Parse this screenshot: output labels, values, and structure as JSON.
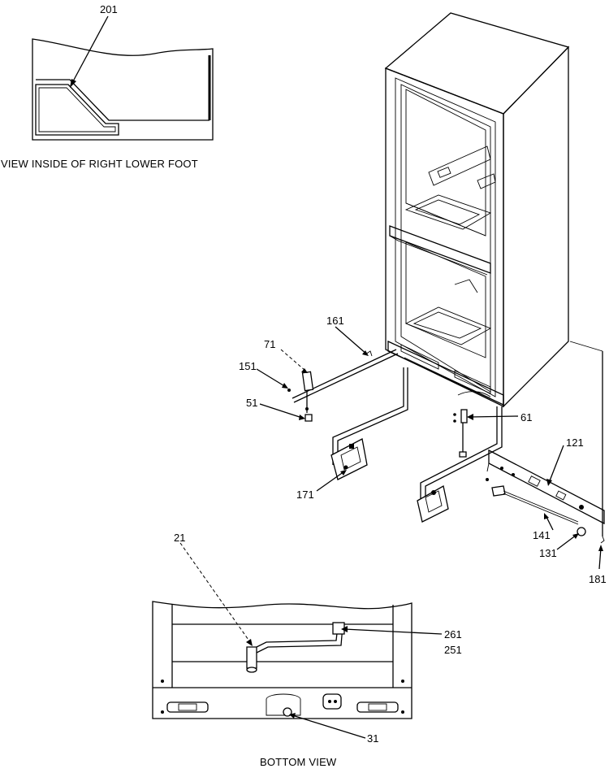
{
  "captions": {
    "foot_view": "VIEW INSIDE OF RIGHT LOWER FOOT",
    "bottom_view": "BOTTOM VIEW"
  },
  "callouts": {
    "c201": "201",
    "c161": "161",
    "c71": "71",
    "c151": "151",
    "c51": "51",
    "c61": "61",
    "c171": "171",
    "c121": "121",
    "c141": "141",
    "c131": "131",
    "c181": "181",
    "c21": "21",
    "c261": "261",
    "c251": "251",
    "c31": "31"
  }
}
